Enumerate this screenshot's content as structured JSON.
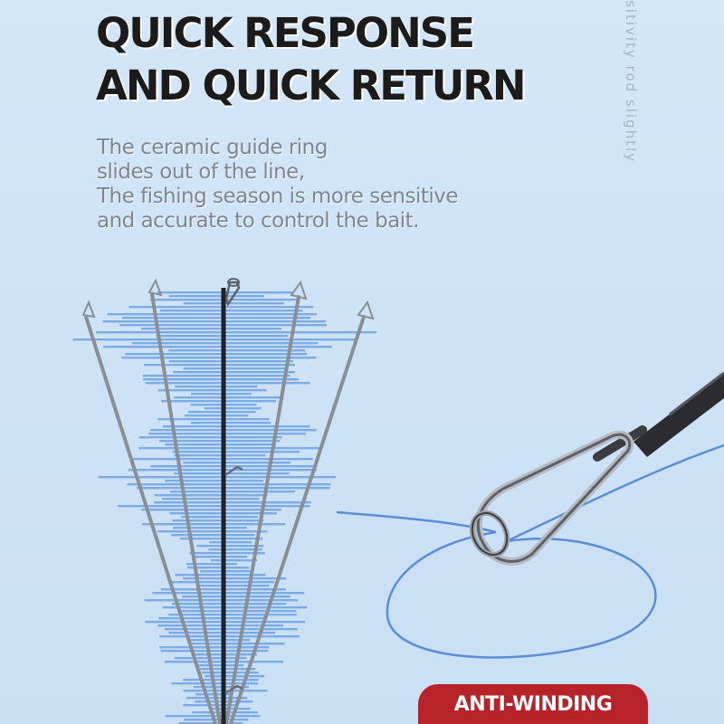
{
  "headline": {
    "line1": "QUICK RESPONSE",
    "line2": "AND QUICK RETURN"
  },
  "description": {
    "line1": "The ceramic guide ring",
    "line2": "slides out of the line,",
    "line3": "The fishing season is more sensitive",
    "line4": "and accurate to control the bait."
  },
  "side_text": "sitivity rod slightly",
  "badge": {
    "label": "ANTI-WINDING",
    "color": "#b8232a"
  },
  "colors": {
    "background": "#cfe4f7",
    "waveform": "#6a9fe0",
    "line": "#5a8fd8"
  }
}
